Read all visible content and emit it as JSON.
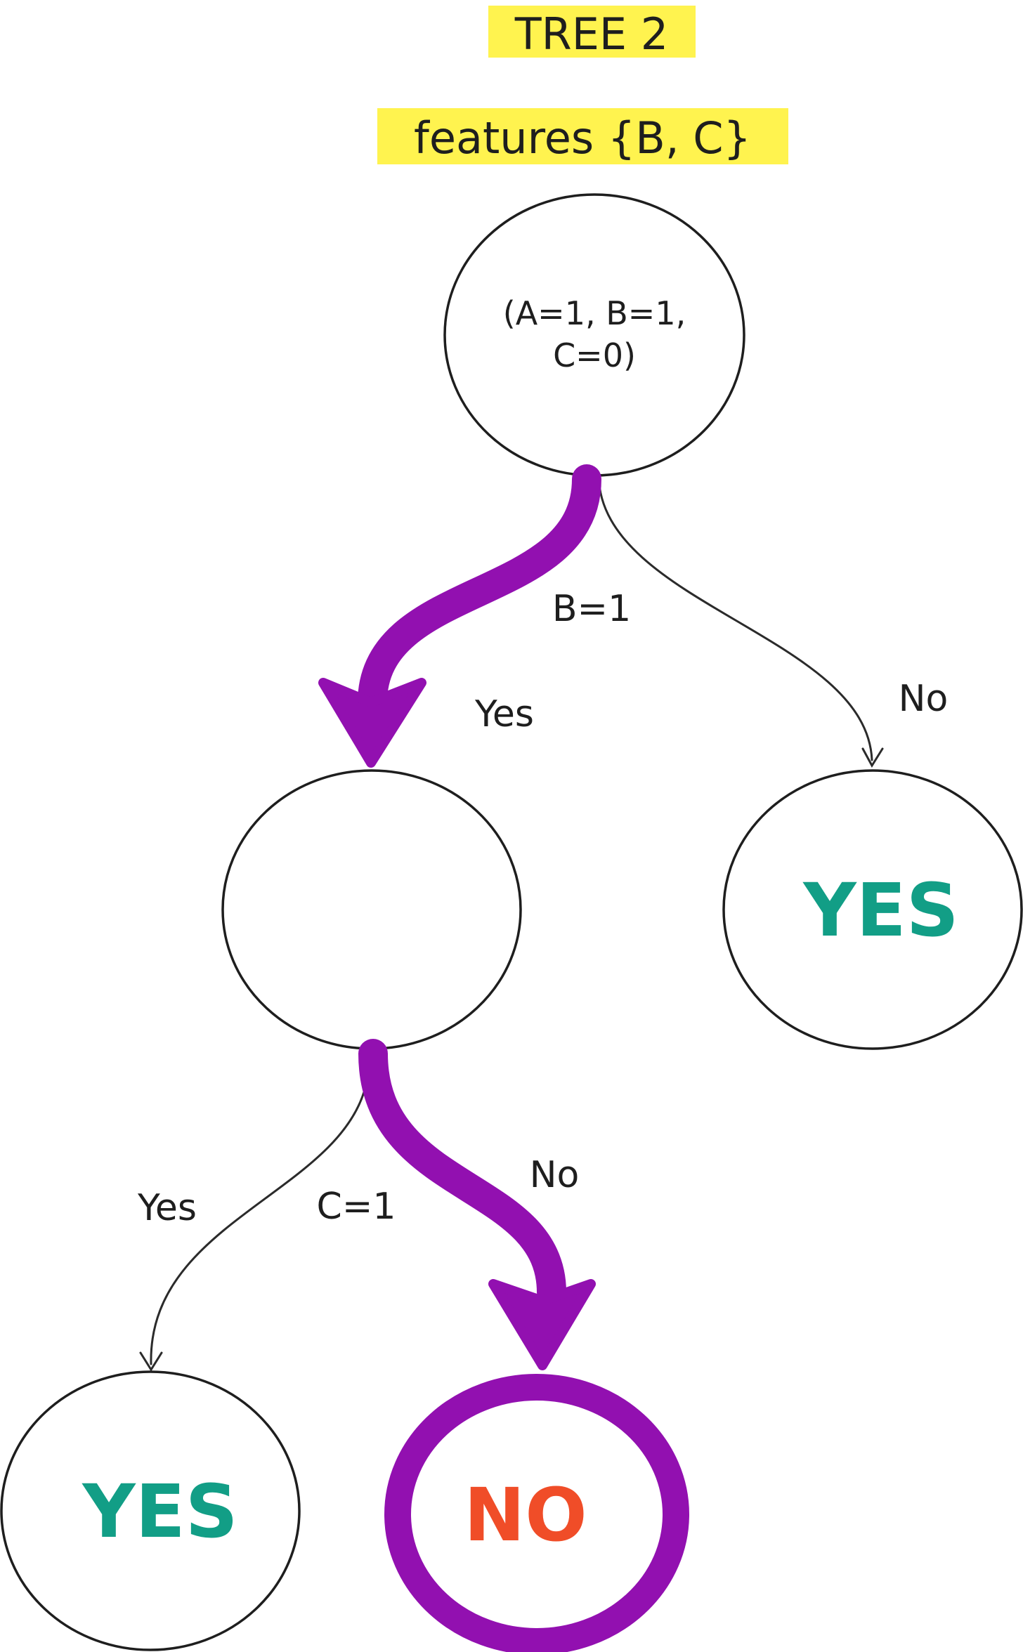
{
  "title": {
    "line1": "TREE 2",
    "line2": "features {B, C}",
    "highlight_color": "#fff34f"
  },
  "colors": {
    "path": "#9210b0",
    "yes": "#129e86",
    "no": "#f04d28",
    "ink": "#1e1e1e"
  },
  "nodes": {
    "root": {
      "line1": "(A=1, B=1,",
      "line2": "C=0)"
    },
    "middle": {
      "text": ""
    },
    "right_leaf": {
      "text": "YES"
    },
    "bottom_left_leaf": {
      "text": "YES"
    },
    "bottom_right_leaf": {
      "text": "NO"
    }
  },
  "edges": {
    "root_split": "B=1",
    "root_yes": "Yes",
    "root_no": "No",
    "middle_split": "C=1",
    "middle_yes": "Yes",
    "middle_no": "No"
  }
}
